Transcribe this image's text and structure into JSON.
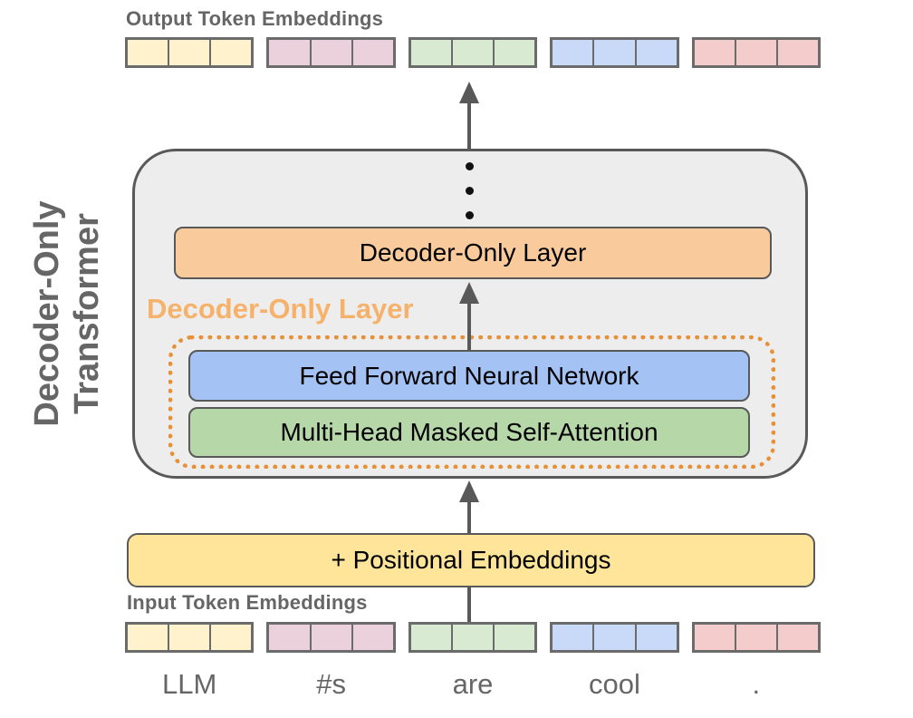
{
  "sidebar": {
    "line1": "Decoder-Only",
    "line2": "Transformer"
  },
  "output_section": {
    "label": "Output Token Embeddings"
  },
  "input_section": {
    "label": "Input Token Embeddings"
  },
  "transformer": {
    "decoder_layer_block": "Decoder-Only Layer",
    "callout_label": "Decoder-Only Layer",
    "ffnn_block": "Feed Forward Neural Network",
    "attention_block": "Multi-Head Masked Self-Attention",
    "ellipsis_dots": 3
  },
  "positional_block": {
    "label": "+ Positional Embeddings"
  },
  "tokens": {
    "words": [
      "LLM",
      "#s",
      "are",
      "cool",
      "."
    ],
    "cells_per_token": 3,
    "colors": [
      "#FFF2CC",
      "#EAD1DC",
      "#D9EAD3",
      "#C9DAF8",
      "#F4CCCC"
    ]
  },
  "colors": {
    "decoder_layer_fill": "#F9CB9C",
    "ffnn_fill": "#A4C2F4",
    "attention_fill": "#B6D7A8",
    "positional_fill": "#FFE599",
    "callout_orange": "#F6B26B",
    "dotted_border_orange": "#E69138",
    "panel_fill": "#EDEDED",
    "stroke_gray": "#595959",
    "label_gray": "#666666"
  }
}
